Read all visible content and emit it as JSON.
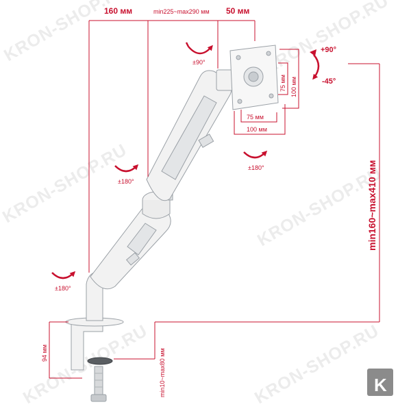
{
  "colors": {
    "accent": "#c8102e",
    "arm": "#f2f2f2",
    "arm_stroke": "#9aa0a6",
    "watermark": "#ececec",
    "logo_bg": "#8b8b8b"
  },
  "watermark": "KRON-SHOP.RU",
  "logo_letter": "K",
  "dimensions": {
    "arm_reach": "160 мм",
    "forearm_reach": "min225~max290 мм",
    "head_offset": "50 мм",
    "vesa_h75": "75 мм",
    "vesa_h100": "100 мм",
    "vesa_v75": "75 мм",
    "vesa_v100": "100 мм",
    "height_range": "min160~max410 мм",
    "base_height": "94 мм",
    "clamp_range": "min10~max80 мм"
  },
  "rotations": {
    "rotation_90": "±90°",
    "tilt_up": "+90°",
    "tilt_down": "-45°",
    "swivel_head": "±180°",
    "swivel_elbow": "±180°",
    "swivel_base": "±180°"
  }
}
